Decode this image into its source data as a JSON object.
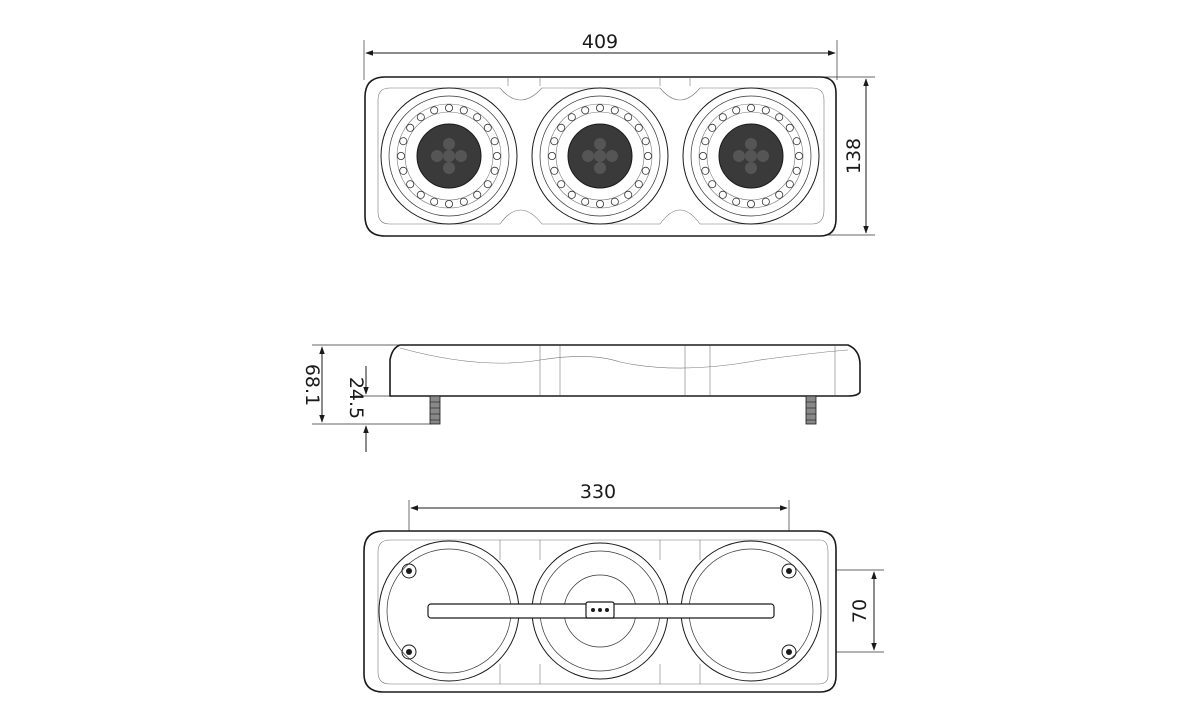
{
  "drawing": {
    "views": [
      "front-view",
      "side-view",
      "rear-view"
    ],
    "dimensions": {
      "overall_width": "409",
      "overall_height": "138",
      "overall_depth": "68.1",
      "stud_length": "24.5",
      "mounting_hole_spacing_horizontal": "330",
      "mounting_hole_spacing_vertical": "70"
    },
    "line_color": "#1a1a1a",
    "lens_color": "#3a3a3a"
  }
}
